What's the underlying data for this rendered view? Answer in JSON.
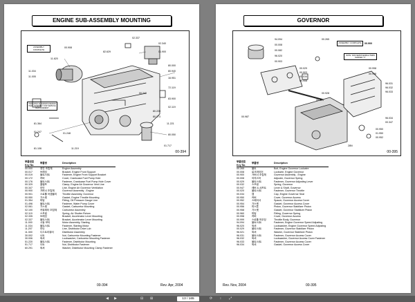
{
  "left": {
    "title": "ENGINE SUB-ASSEMBLY MOUNTING",
    "fig_no": "00-394",
    "assembly_box": "ASSEMBLY COMPLETE",
    "note_box": "INDICATES ALTERNATE REPAIR PART ASSEMBLY FOR SERVICE REPLACEMENT",
    "callouts": [
      "00.908",
      "02.337",
      "11.620",
      "82.629",
      "02.340",
      "01.900",
      "11.034",
      "11.005",
      "80.000",
      "80.940",
      "16.951",
      "72.119",
      "00.243",
      "83.900",
      "81.364",
      "02.119",
      "01.247",
      "01.248",
      "80.173",
      "11.221",
      "80.220",
      "80.050",
      "81.106",
      "11.219",
      "01.717"
    ],
    "header_col1": "부품번호",
    "header_col2": "부품명",
    "header_col1b": "Key No.",
    "header_col3": "Description",
    "rows": [
      [
        "00.000",
        "엔진 조립체",
        "Engine Assembly"
      ],
      [
        "00.017",
        "브래킷",
        "Bracket, Engine Front Support"
      ],
      [
        "00.019",
        "볼트/너트",
        "Fastener, Engine Front Support Bracket"
      ],
      [
        "00.172",
        "커버",
        "Cover, Crankcase Fuel Pump Hole"
      ],
      [
        "00.176",
        "볼트/너트",
        "Fastener, Crankcase Fuel Pump Hole Cover"
      ],
      [
        "00.329",
        "클램프",
        "Clamp, Engine Air Governor Vent Line"
      ],
      [
        "00.347",
        "라인",
        "Line, Engine Air Governor Ventilation"
      ],
      [
        "00.900",
        "거버너 조립체",
        "Governor Assembly - Engine"
      ],
      [
        "00.901",
        "스로틀 어셈블리",
        "Throttle Assembly, Governor"
      ],
      [
        "00.950",
        "가스켓",
        "Gasket, Engine Throttle Mounting"
      ],
      [
        "01.354",
        "피팅",
        "Fitting, Oil Pressure Gauge Line"
      ],
      [
        "01.496",
        "볼트/너트",
        "Fastener, Water Pump Cover"
      ],
      [
        "02.061",
        "가스켓",
        "Gasket, Carburetor Mounting"
      ],
      [
        "02.100",
        "카뷰레터 조립체",
        "Carburetor Assembly"
      ],
      [
        "02.119",
        "스프링",
        "Spring, Air Shutter Return"
      ],
      [
        "02.335",
        "브래킷",
        "Bracket, Accelerator Lever Mounting"
      ],
      [
        "02.337",
        "볼트/너트",
        "Bracket, Accelerator Lever Mounting"
      ],
      [
        "11.000",
        "시동 모터",
        "Motor Assembly, Starting"
      ],
      [
        "11.034",
        "볼트/너트",
        "Fastener, Starting Motor"
      ],
      [
        "11.207",
        "라인",
        "Line, Distributor Drive Lub"
      ],
      [
        "11.300",
        "디스트리뷰터",
        "Distributor Assembly"
      ],
      [
        "30.002",
        "너트",
        "Nut, Carburetor Mounting Fastener"
      ],
      [
        "30.006",
        "와셔",
        "Lockwasher, Carburetor Mounting Fastener"
      ],
      [
        "51.220",
        "볼트/너트",
        "Fastener, Distributor Mounting"
      ],
      [
        "51.717",
        "너트",
        "Nut, Distributor Fastener"
      ],
      [
        "60.291",
        "와셔",
        "Washer, Distributor Mounting Clamp Fastener"
      ]
    ],
    "footer_page": "00-394",
    "footer_rev": "Rev. Apr, 2004"
  },
  "right": {
    "title": "GOVERNOR",
    "fig_no": "00-395",
    "assembly_box": "ASSEMBLY COMPLETE",
    "assembly_ref": "00.900",
    "note_box": "NOTE: NON-SERVICEABLE ITEMS MARKED \"X\"",
    "callouts": [
      "94.094",
      "00.008",
      "00.082",
      "96.020",
      "00.903",
      "00.029",
      "00.903",
      "00.034",
      "00.908",
      "00.998",
      "96.031",
      "96.032",
      "96.033",
      "00.928",
      "00.924",
      "00.987",
      "96.034",
      "00.347",
      "00.950",
      "01.950",
      "00.952",
      "28N",
      "00.265",
      "00.998"
    ],
    "header_col1": "부품번호",
    "header_col2": "부품명",
    "header_col1b": "Key No.",
    "header_col3": "Description",
    "rows": [
      [
        "00.265",
        "볼트",
        "Bolt, Engine Governor Lockwire"
      ],
      [
        "00.008",
        "로크와이어",
        "Lockwire, Engine Governor"
      ],
      [
        "00.900",
        "거버너 조립체",
        "Governor Assembly - Engine"
      ],
      [
        "00.008",
        "어저스터",
        "Adjuster, Governor Spring"
      ],
      [
        "00.029",
        "볼트/너트",
        "Fastener, Governor Adjusting Lever"
      ],
      [
        "00.032",
        "스프링",
        "Spring, Governor"
      ],
      [
        "00.947",
        "레버 & 샤프트",
        "Lever & Shaft, Governor"
      ],
      [
        "00.020",
        "볼트/너트",
        "Fastener, Governor Throttle"
      ],
      [
        "00.034",
        "캡",
        "Cap, Engine Governor Seal"
      ],
      [
        "00.950",
        "커버",
        "Cover, Governor Access"
      ],
      [
        "00.952",
        "스페이서",
        "Spacer, Governor Access Cover"
      ],
      [
        "00.954",
        "가스켓",
        "Gasket, Governor Access Cover"
      ],
      [
        "00.956",
        "피스톤",
        "Piston, Governor Stabilizer Piston"
      ],
      [
        "00.958",
        "가스켓",
        "Gasket, Governor Stabilizer Piston"
      ],
      [
        "00.960",
        "피팅",
        "Fitting, Governor Spring"
      ],
      [
        "00.998",
        "커버",
        "Cover, Governor Access"
      ],
      [
        "00.999",
        "스로틀 하우징",
        "Throttle Body, Governor"
      ],
      [
        "94.094",
        "볼트/너트",
        "Fastener, Engine Governor Speed Adjusting"
      ],
      [
        "96.020",
        "와셔",
        "Lockwasher, Engine Governor Speed Adjusting"
      ],
      [
        "00.029",
        "볼트/너트",
        "Fastener, Governor Stabilizer Piston"
      ],
      [
        "96.021",
        "와셔",
        "Washer, Governor Stabilizer Piston"
      ],
      [
        "96.031",
        "볼트/너트",
        "Fastener, Governor Access Cover"
      ],
      [
        "96.032",
        "와셔",
        "Lockwasher, Governor Access Cover Fastener"
      ],
      [
        "96.033",
        "볼트/너트",
        "Fastener, Governor Access Cover"
      ],
      [
        "96.034",
        "와셔",
        "Gasket, Governor Access Cover"
      ]
    ],
    "footer_page": "00-395",
    "footer_rev": "Rev. Nov, 2004"
  },
  "toolbar": {
    "page_current": "13",
    "page_sep": "/",
    "page_total": "165",
    "items": [
      "◀",
      "▶",
      "⊟",
      "⊞",
      "⟳",
      "↕",
      "⤢"
    ]
  }
}
